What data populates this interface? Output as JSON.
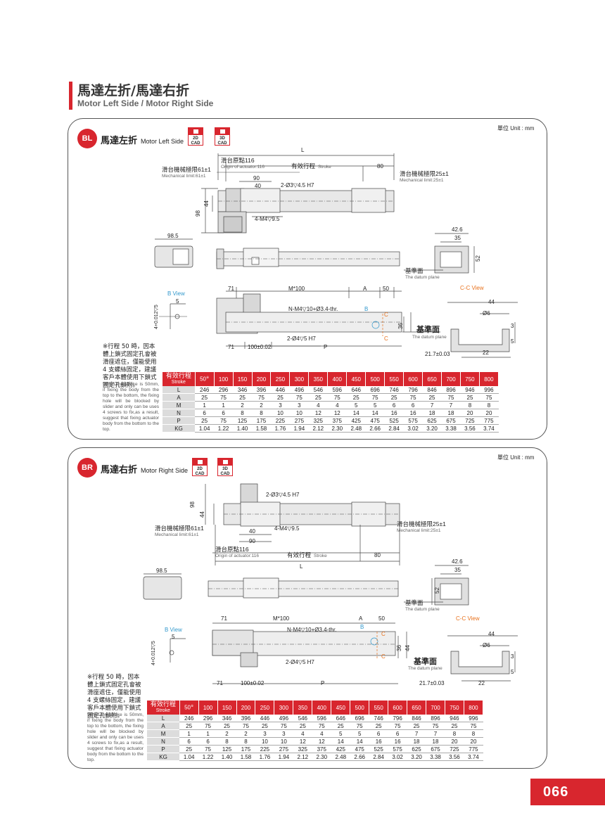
{
  "header": {
    "title_zh": "馬達左折/馬達右折",
    "title_en": "Motor Left Side / Motor Right Side"
  },
  "sections": [
    {
      "badge": "BL",
      "title_zh": "馬達左折",
      "title_en": "Motor Left Side",
      "unit": "單位 Unit : mm"
    },
    {
      "badge": "BR",
      "title_zh": "馬達右折",
      "title_en": "Motor Right Side",
      "unit": "單位 Unit : mm"
    }
  ],
  "cad": {
    "label_2d_a": "2D",
    "label_2d_b": "CAD",
    "label_3d_a": "3D",
    "label_3d_b": "CAD"
  },
  "drawing": {
    "L": "L",
    "origin_zh": "滑台原點116",
    "origin_en": "Origin of actuator:116",
    "stroke_zh": "有效行程",
    "stroke_en": "Stroke",
    "d80": "80",
    "mech_left_zh": "滑台機械極限61±1",
    "mech_left_en": "Mechanical limit:61±1",
    "mech_right_zh": "滑台機械極限25±1",
    "mech_right_en": "Mechanical limit:25±1",
    "d90": "90",
    "d40": "40",
    "hole1": "2-Ø3▽4.5 H7",
    "d44": "44",
    "d98": "98",
    "hole2": "4-M4▽9.5",
    "d98_5": "98.5",
    "d42_6": "42.6",
    "d35": "35",
    "d52": "52",
    "datum_zh": "基準面",
    "datum_en": "The datum plane",
    "bview": "B View",
    "d5": "5",
    "tol": "4+0.012▽5",
    "tol0": "0",
    "d71": "71",
    "m100": "M*100",
    "A": "A",
    "d50": "50",
    "ccview": "C-C View",
    "nm4": "N-M4▽10+Ø3.4-thr.",
    "B": "B",
    "C": "C",
    "d36": "36",
    "phi6": "Ø6",
    "d3": "3",
    "hole3": "2-Ø4▽5 H7",
    "d100": "100±0.02",
    "P": "P",
    "d21_7": "21.7±0.03",
    "d22": "22"
  },
  "note": {
    "zh": "※行程 50 時，因本體上鎖式固定孔會被滑座遮住，僅能使用 4 支螺絲固定，建議客戶本體使用下鎖式固定孔鎖附。",
    "en": "When the stroke is 50mm, if fixing the body from the top to the bottom, the fixing hole will be blocked by slider and only can be uses 4 screws to fix,as a result, suggest that fixing actuator body from the bottom to the top."
  },
  "table": {
    "header_zh": "有效行程",
    "header_en": "Stroke",
    "strokes": [
      "50",
      "100",
      "150",
      "200",
      "250",
      "300",
      "350",
      "400",
      "450",
      "500",
      "550",
      "600",
      "650",
      "700",
      "750",
      "800"
    ],
    "first_mark": "※",
    "rows": [
      {
        "label": "L",
        "values": [
          "246",
          "296",
          "346",
          "396",
          "446",
          "496",
          "546",
          "596",
          "646",
          "696",
          "746",
          "796",
          "846",
          "896",
          "946",
          "996"
        ]
      },
      {
        "label": "A",
        "values": [
          "25",
          "75",
          "25",
          "75",
          "25",
          "75",
          "25",
          "75",
          "25",
          "75",
          "25",
          "75",
          "25",
          "75",
          "25",
          "75"
        ]
      },
      {
        "label": "M",
        "values": [
          "1",
          "1",
          "2",
          "2",
          "3",
          "3",
          "4",
          "4",
          "5",
          "5",
          "6",
          "6",
          "7",
          "7",
          "8",
          "8"
        ]
      },
      {
        "label": "N",
        "values": [
          "6",
          "6",
          "8",
          "8",
          "10",
          "10",
          "12",
          "12",
          "14",
          "14",
          "16",
          "16",
          "18",
          "18",
          "20",
          "20"
        ]
      },
      {
        "label": "P",
        "values": [
          "25",
          "75",
          "125",
          "175",
          "225",
          "275",
          "325",
          "375",
          "425",
          "475",
          "525",
          "575",
          "625",
          "675",
          "725",
          "775"
        ]
      },
      {
        "label": "KG",
        "values": [
          "1.04",
          "1.22",
          "1.40",
          "1.58",
          "1.76",
          "1.94",
          "2.12",
          "2.30",
          "2.48",
          "2.66",
          "2.84",
          "3.02",
          "3.20",
          "3.38",
          "3.56",
          "3.74"
        ]
      }
    ]
  },
  "page_number": "066"
}
